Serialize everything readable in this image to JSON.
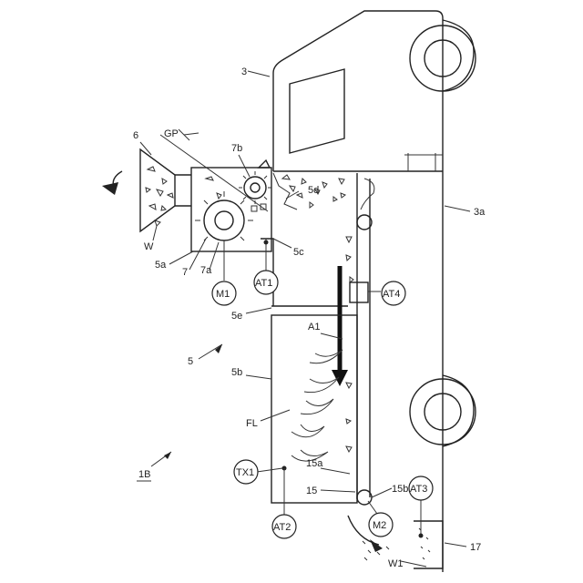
{
  "labels": {
    "truck": "3",
    "truck_frame": "3a",
    "apparatus": "5",
    "hopper_mount": "5a",
    "tank": "5b",
    "chute": "5c",
    "outlet": "5d",
    "partition": "5e",
    "hopper": "6",
    "gap": "GP",
    "crusher": "7",
    "gear_large": "7a",
    "gear_small": "7b",
    "waste": "W",
    "flame": "FL",
    "arrow_direction": "A1",
    "conveyor": "15",
    "conveyor_belt": "15a",
    "conveyor_end": "15b",
    "bin": "17",
    "discharged": "W1",
    "system": "1B"
  },
  "circled": {
    "motor1": "M1",
    "motor2": "M2",
    "actuator1": "AT1",
    "actuator2": "AT2",
    "actuator3": "AT3",
    "actuator4": "AT4",
    "transmitter": "TX1"
  }
}
